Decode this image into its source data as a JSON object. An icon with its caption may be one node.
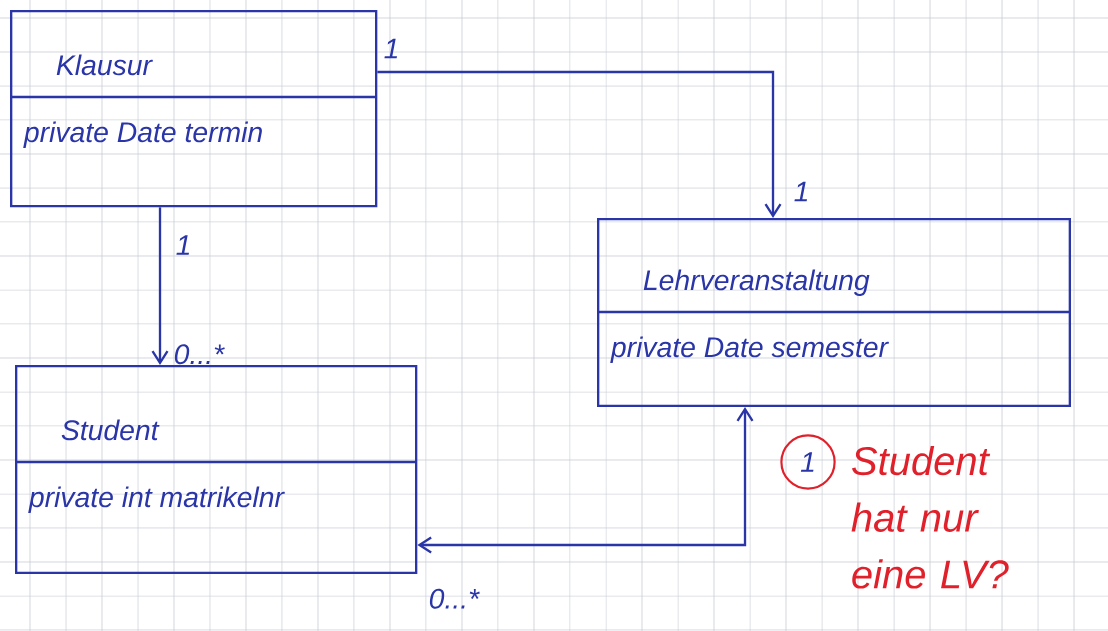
{
  "diagram": {
    "nodes": [
      {
        "text": [
          "Klausur",
          "private Date termin"
        ]
      },
      {
        "text": [
          "Lehrveranstaltung",
          "private Date semester"
        ]
      },
      {
        "text": [
          "Student",
          "private int matrikelnr"
        ]
      }
    ],
    "edges": [
      {
        "from": 0,
        "to": 1,
        "arrow": "to"
      },
      {
        "from": 0,
        "to": 2,
        "arrow": "to"
      },
      {
        "from": 1,
        "to": 2,
        "arrow": "both"
      }
    ],
    "labels": [
      "1",
      "1",
      "1",
      "0...*",
      "1",
      "0...*",
      "Student hat nur eine LV?"
    ]
  }
}
